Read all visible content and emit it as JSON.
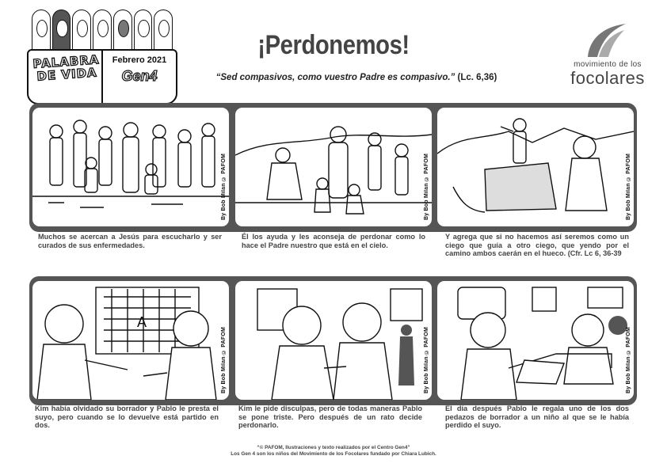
{
  "header": {
    "logo_left": {
      "line1": "PALABRA",
      "line2": "DE VIDA",
      "date": "Febrero 2021",
      "brand": "Gen4"
    },
    "title": "¡Perdonemos!",
    "quote": "“Sed compasivos, como vuestro Padre es compasivo.”",
    "reference": "(Lc. 6,36)",
    "logo_right": {
      "line1": "movimiento de los",
      "line2": "focolares"
    }
  },
  "panels": [
    {
      "credit": "By Bob Milan © PAFOM",
      "icon": "jesus-crowd-scene",
      "caption": "Muchos se acercan a Jesús para escucharlo y ser curados de sus enfermedades."
    },
    {
      "credit": "By Bob Milan © PAFOM",
      "icon": "jesus-teaching-scene",
      "caption": "Él los ayuda y les aconseja de perdonar como lo hace el Padre nuestro que está en el cielo."
    },
    {
      "credit": "By Bob Milan © PAFOM",
      "icon": "blind-leading-blind-scene",
      "caption": "Y agrega que si no hacemos así seremos como un ciego que guía a otro ciego, que yendo por el camino ambos caerán en el hueco. (Cfr. Lc 6, 36-39"
    },
    {
      "credit": "By Bob Milan © PAFOM",
      "icon": "classroom-scene",
      "caption": "Kim había olvidado su borrador y Pablo le presta el suyo, pero cuando se lo devuelve está partido en dos."
    },
    {
      "credit": "By Bob Milan © PAFOM",
      "icon": "apology-scene",
      "caption": "Kim le pide disculpas, pero de todas maneras Pablo se pone triste. Pero después de un rato decide perdonarlo."
    },
    {
      "credit": "By Bob Milan © PAFOM",
      "icon": "sharing-eraser-scene",
      "caption": "El día después Pablo le regala uno de los dos pedazos de borrador a un niño al que se le había perdido el suyo."
    }
  ],
  "board_text": "A",
  "footer": {
    "line1": "“© PAFOM, Ilustraciones y texto realizados por el Centro Gen4”",
    "line2": "Los Gen 4 son los niños del Movimiento de los Focolares fundado por Chiara Lubich."
  },
  "colors": {
    "strip": "#555555",
    "text": "#444444"
  }
}
